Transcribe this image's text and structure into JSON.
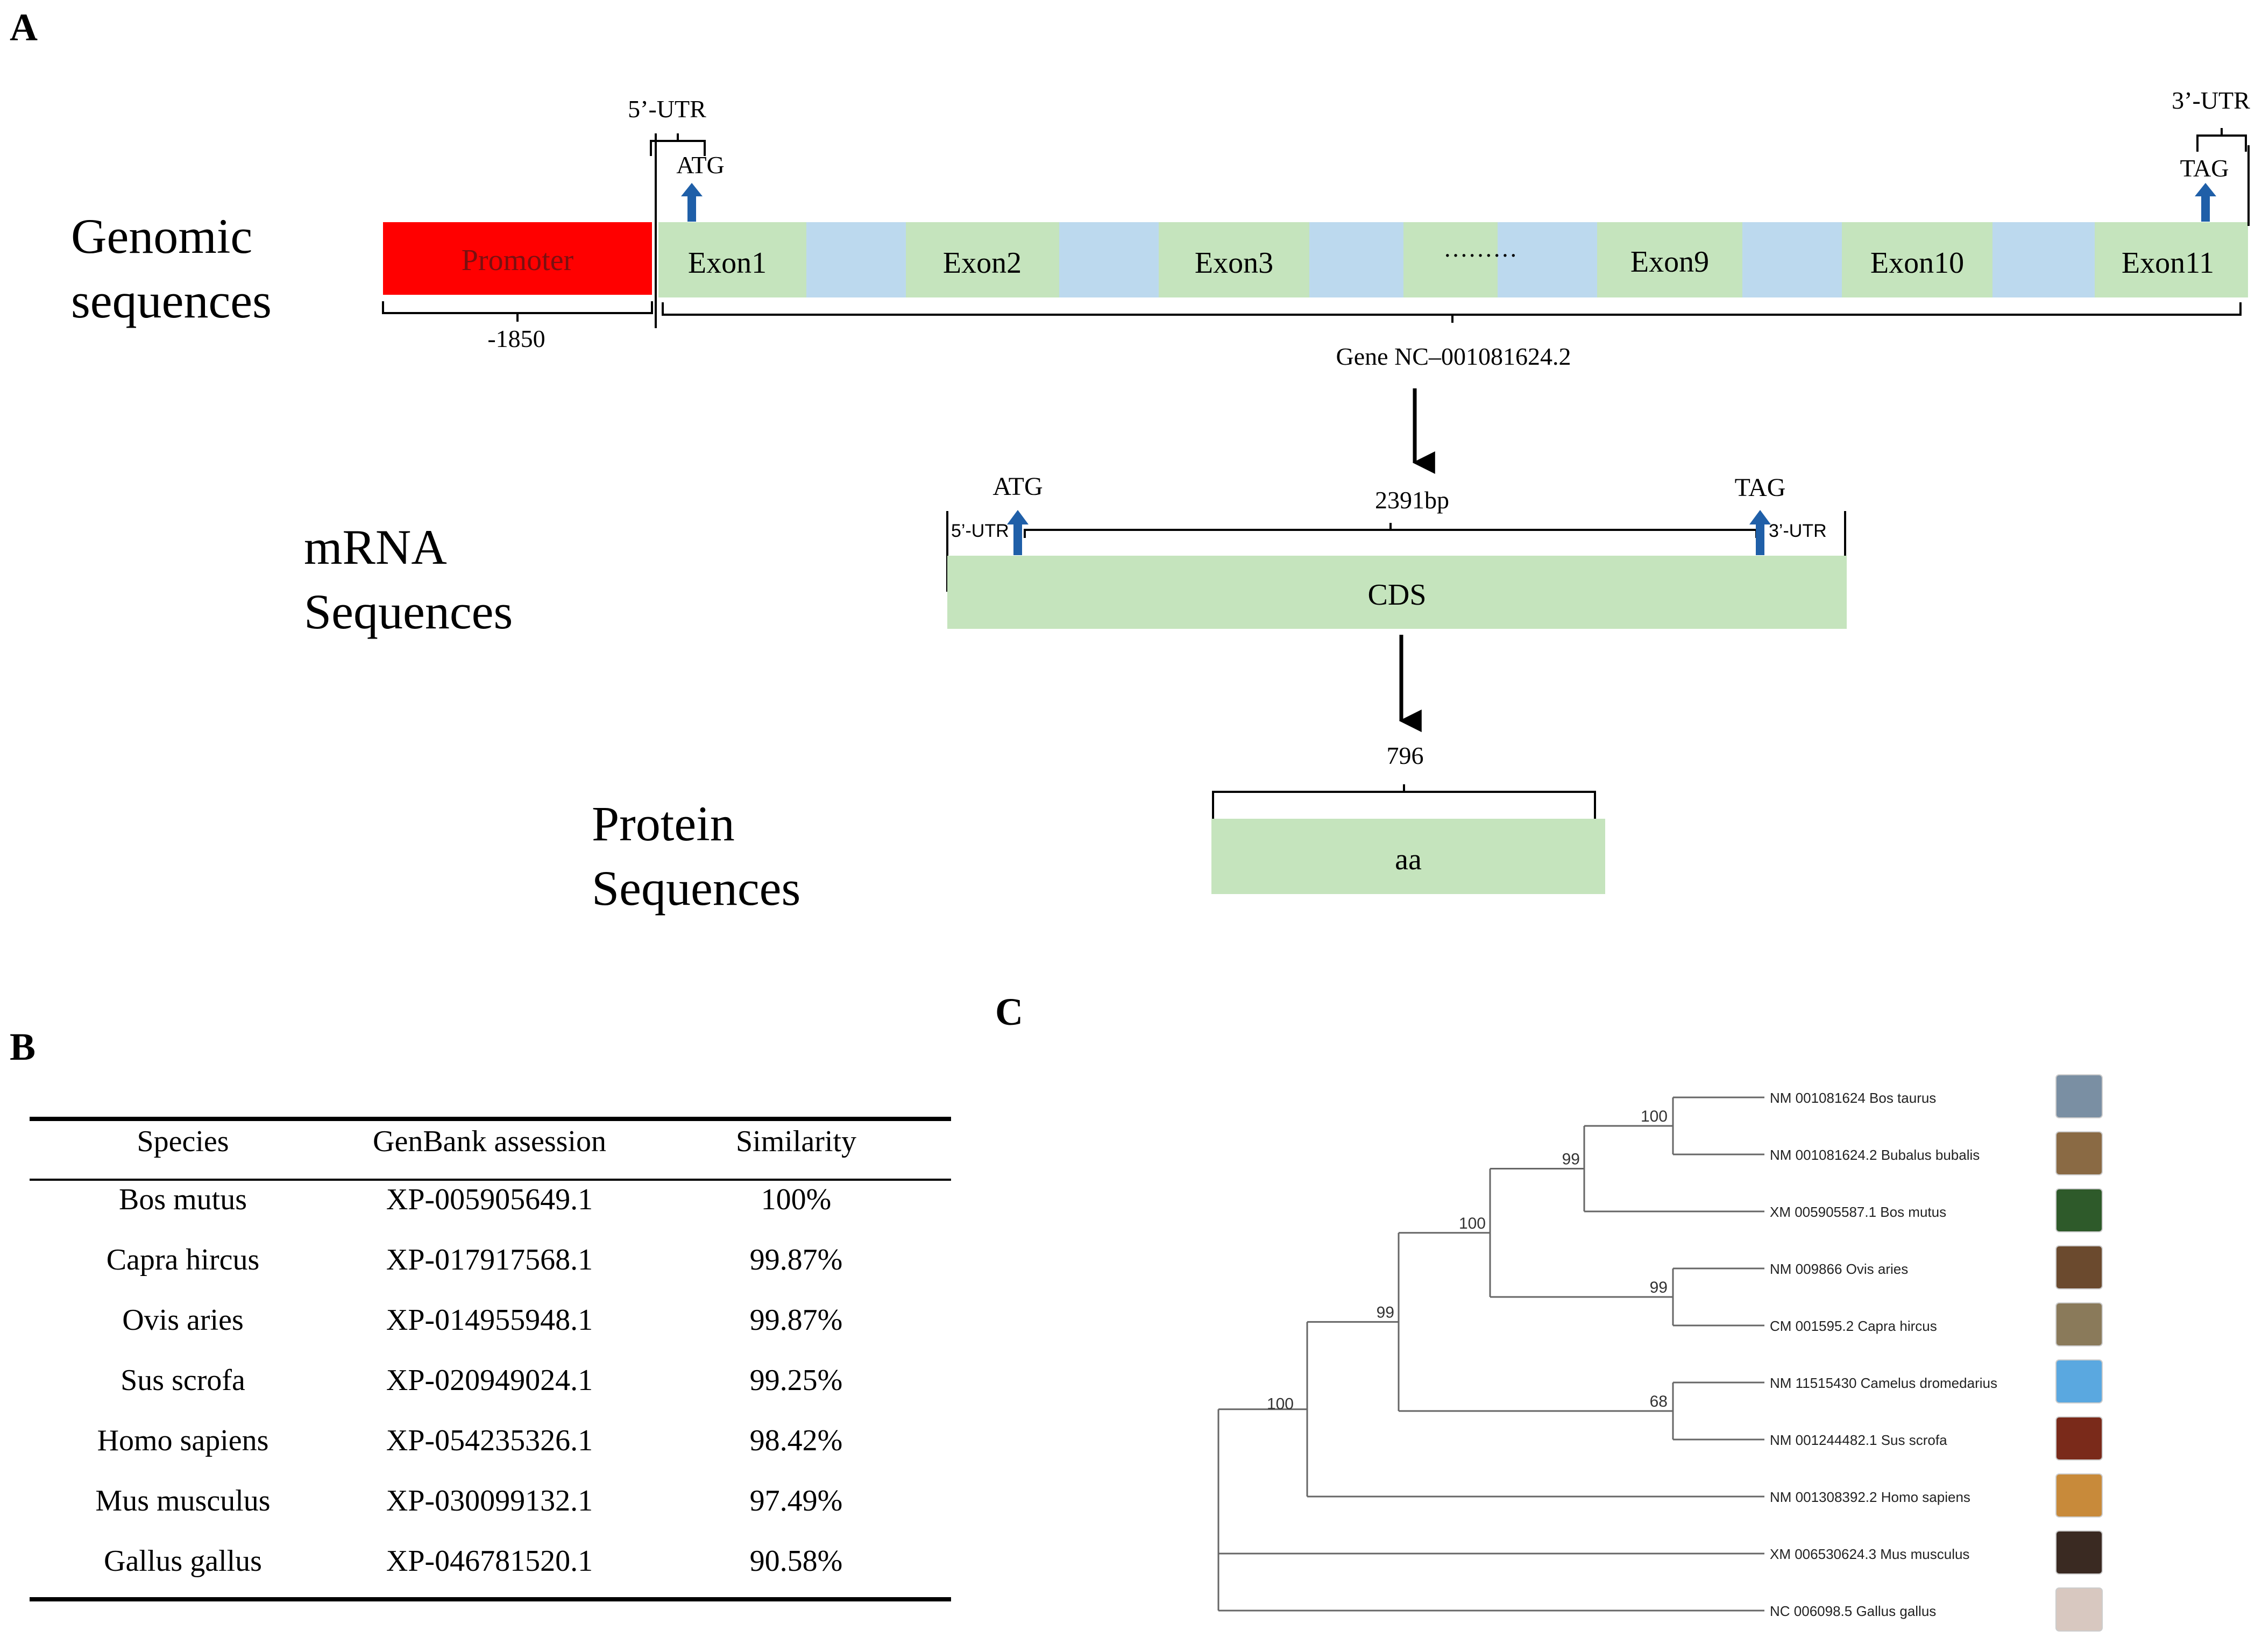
{
  "colors": {
    "promoter": "#ff0000",
    "exon": "#c5e4bd",
    "intron": "#bcd9ee",
    "arrow": "#1f5fa8",
    "line": "#000000"
  },
  "panel_a": {
    "label": "A",
    "genomic": {
      "title_line1": "Genomic",
      "title_line2": "sequences",
      "promoter_label": "Promoter",
      "promoter_length": "-1850",
      "utr5": "5’-UTR",
      "utr3": "3’-UTR",
      "start_codon": "ATG",
      "stop_codon": "TAG",
      "exons": [
        "Exon1",
        "Exon2",
        "Exon3",
        "·········",
        "Exon9",
        "Exon10",
        "Exon11"
      ],
      "gene_id": "Gene NC–001081624.2"
    },
    "mrna": {
      "title_line1": "mRNA",
      "title_line2": "Sequences",
      "start_codon": "ATG",
      "stop_codon": "TAG",
      "length": "2391bp",
      "utr5": "5’-UTR",
      "utr3": "3’-UTR",
      "cds_label": "CDS"
    },
    "protein": {
      "title_line1": "Protein",
      "title_line2": "Sequences",
      "length": "796",
      "label": "aa"
    }
  },
  "panel_b": {
    "label": "B",
    "headers": [
      "Species",
      "GenBank assession",
      "Similarity"
    ],
    "rows": [
      [
        "Bos mutus",
        "XP-005905649.1",
        "100%"
      ],
      [
        "Capra hircus",
        "XP-017917568.1",
        "99.87%"
      ],
      [
        "Ovis aries",
        "XP-014955948.1",
        "99.87%"
      ],
      [
        "Sus scrofa",
        "XP-020949024.1",
        "99.25%"
      ],
      [
        "Homo sapiens",
        "XP-054235326.1",
        "98.42%"
      ],
      [
        "Mus musculus",
        "XP-030099132.1",
        "97.49%"
      ],
      [
        "Gallus gallus",
        "XP-046781520.1",
        "90.58%"
      ]
    ]
  },
  "panel_c": {
    "label": "C",
    "taxa": [
      "NM 001081624 Bos taurus",
      "NM 001081624.2 Bubalus bubalis",
      "XM 005905587.1 Bos mutus",
      "NM 009866 Ovis aries",
      "CM 001595.2 Capra hircus",
      "NM 11515430 Camelus dromedarius",
      "NM 001244482.1 Sus scrofa",
      "NM 001308392.2 Homo sapiens",
      "XM 006530624.3 Mus musculus",
      "NC 006098.5 Gallus gallus"
    ],
    "bootstrap": [
      "100",
      "99",
      "100",
      "99",
      "68",
      "99",
      "100"
    ],
    "thumb_colors": [
      "#7a8fa3",
      "#8a6a44",
      "#2e5a2a",
      "#6b4a2e",
      "#8a7a5a",
      "#5aa8e0",
      "#7a2a1a",
      "#c88a3a",
      "#3a2a22",
      "#d8c8c0"
    ]
  }
}
